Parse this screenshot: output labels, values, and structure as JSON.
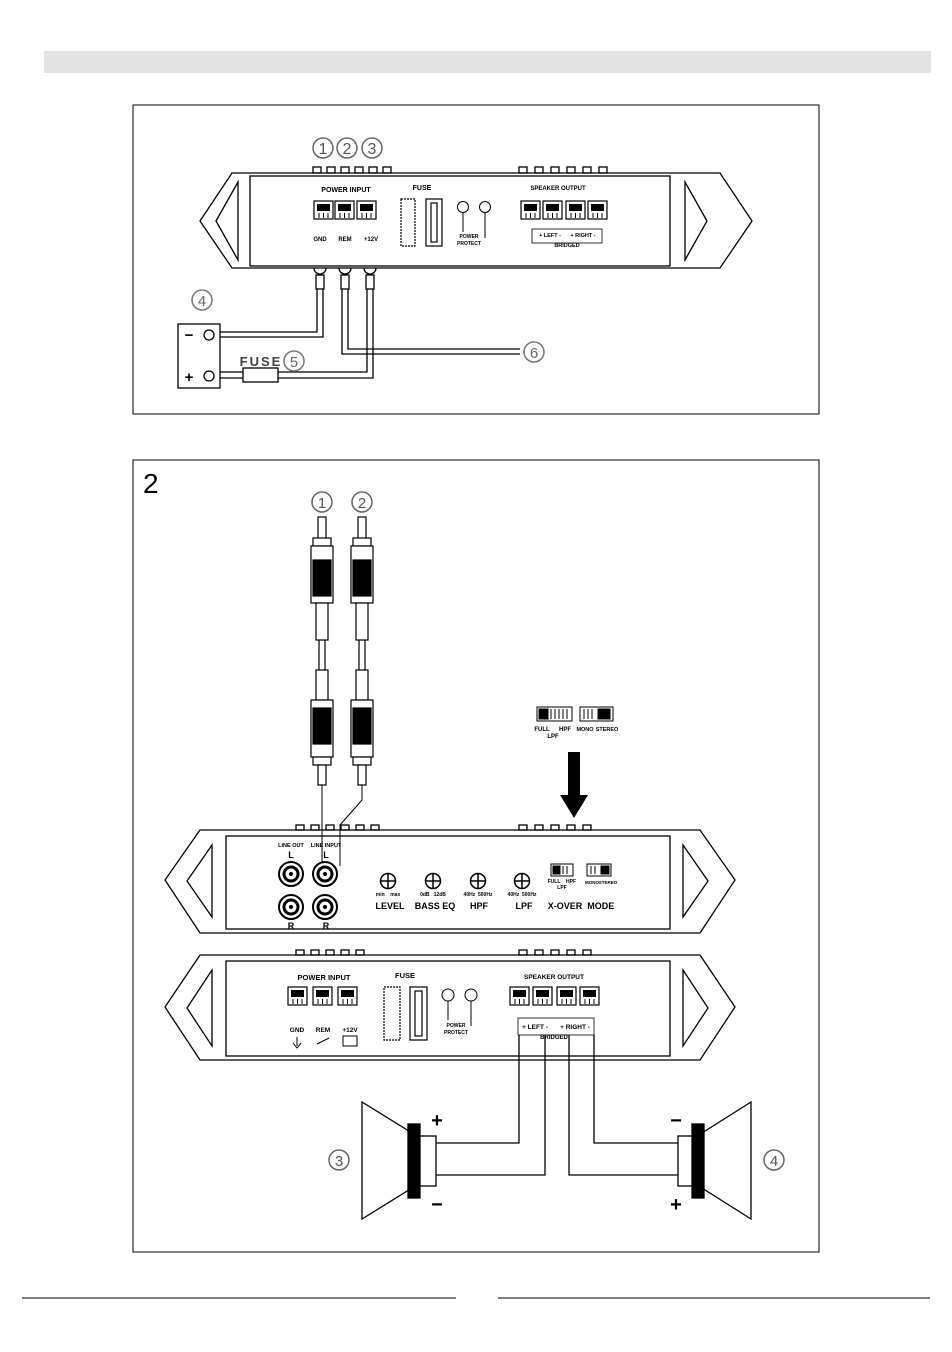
{
  "panel1": {
    "callouts": [
      "1",
      "2",
      "3",
      "4",
      "5",
      "6"
    ],
    "power_input": "POWER INPUT",
    "fuse": "FUSE",
    "speaker_output": "SPEAKER OUTPUT",
    "gnd": "GND",
    "rem": "REM",
    "v12": "+12V",
    "power": "POWER",
    "protect": "PROTECT",
    "left": "+ LEFT -",
    "right": "+ RIGHT -",
    "bridged": "BRIDGED",
    "battery_minus": "−",
    "battery_plus": "+",
    "fuse_label": "FUSE"
  },
  "panel2": {
    "number": "2",
    "callouts": [
      "1",
      "2",
      "3",
      "4"
    ],
    "switch_labels": {
      "full": "FULL",
      "hpf": "HPF",
      "lpf": "LPF",
      "mono": "MONO",
      "stereo": "STEREO"
    },
    "line_out": "LINE OUT",
    "line_input": "LINE INPUT",
    "l": "L",
    "r": "R",
    "knobs": [
      {
        "sub": "min    max",
        "label": "LEVEL"
      },
      {
        "sub": "0dB   12dB",
        "label": "BASS EQ"
      },
      {
        "sub": "40Hz  500Hz",
        "label": "HPF"
      },
      {
        "sub": "40Hz  500Hz",
        "label": "LPF"
      }
    ],
    "xover_mode": "X-OVER  MODE",
    "power_input": "POWER INPUT",
    "fuse": "FUSE",
    "speaker_output": "SPEAKER OUTPUT",
    "gnd": "GND",
    "rem": "REM",
    "v12": "+12V",
    "power": "POWER",
    "protect": "PROTECT",
    "left": "+ LEFT -",
    "right": "+ RIGHT -",
    "bridged": "BRIDGED",
    "spk_left_plus": "+",
    "spk_left_minus": "−",
    "spk_right_minus": "−",
    "spk_right_plus": "+"
  }
}
